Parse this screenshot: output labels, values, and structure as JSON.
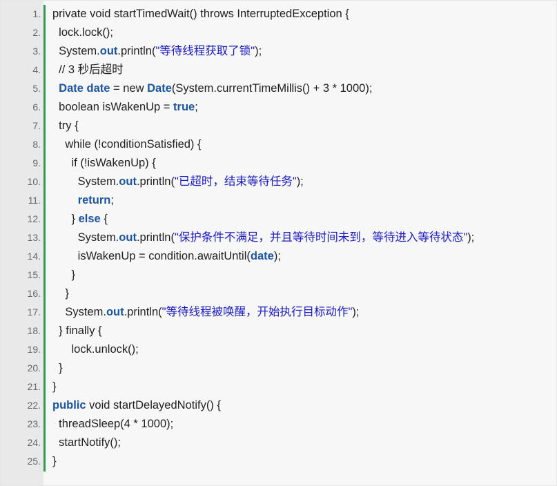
{
  "lines": [
    {
      "n": "1.",
      "tokens": [
        {
          "t": "private void startTimedWait() throws InterruptedException {",
          "k": "plain"
        }
      ]
    },
    {
      "n": "2.",
      "tokens": [
        {
          "t": "  lock.lock();",
          "k": "plain"
        }
      ]
    },
    {
      "n": "3.",
      "tokens": [
        {
          "t": "  System.",
          "k": "plain"
        },
        {
          "t": "out",
          "k": "kw"
        },
        {
          "t": ".println(",
          "k": "plain"
        },
        {
          "t": "\"等待线程获取了锁\"",
          "k": "str"
        },
        {
          "t": ");",
          "k": "plain"
        }
      ]
    },
    {
      "n": "4.",
      "tokens": [
        {
          "t": "  // 3 秒后超时",
          "k": "plain"
        }
      ]
    },
    {
      "n": "5.",
      "tokens": [
        {
          "t": "  ",
          "k": "plain"
        },
        {
          "t": "Date",
          "k": "kw"
        },
        {
          "t": " ",
          "k": "plain"
        },
        {
          "t": "date",
          "k": "kw"
        },
        {
          "t": " = new ",
          "k": "plain"
        },
        {
          "t": "Date",
          "k": "kw"
        },
        {
          "t": "(System.currentTimeMillis() + 3 * 1000);",
          "k": "plain"
        }
      ]
    },
    {
      "n": "6.",
      "tokens": [
        {
          "t": "  boolean isWakenUp = ",
          "k": "plain"
        },
        {
          "t": "true",
          "k": "kw"
        },
        {
          "t": ";",
          "k": "plain"
        }
      ]
    },
    {
      "n": "7.",
      "tokens": [
        {
          "t": "  try {",
          "k": "plain"
        }
      ]
    },
    {
      "n": "8.",
      "tokens": [
        {
          "t": "    while (!conditionSatisfied) {",
          "k": "plain"
        }
      ]
    },
    {
      "n": "9.",
      "tokens": [
        {
          "t": "      if (!isWakenUp) {",
          "k": "plain"
        }
      ]
    },
    {
      "n": "10.",
      "tokens": [
        {
          "t": "        System.",
          "k": "plain"
        },
        {
          "t": "out",
          "k": "kw"
        },
        {
          "t": ".println(",
          "k": "plain"
        },
        {
          "t": "\"已超时，结束等待任务\"",
          "k": "str"
        },
        {
          "t": ");",
          "k": "plain"
        }
      ]
    },
    {
      "n": "11.",
      "tokens": [
        {
          "t": "        ",
          "k": "plain"
        },
        {
          "t": "return",
          "k": "kw"
        },
        {
          "t": ";",
          "k": "plain"
        }
      ]
    },
    {
      "n": "12.",
      "tokens": [
        {
          "t": "      } ",
          "k": "plain"
        },
        {
          "t": "else",
          "k": "kw"
        },
        {
          "t": " {",
          "k": "plain"
        }
      ]
    },
    {
      "n": "13.",
      "tokens": [
        {
          "t": "        System.",
          "k": "plain"
        },
        {
          "t": "out",
          "k": "kw"
        },
        {
          "t": ".println(",
          "k": "plain"
        },
        {
          "t": "\"保护条件不满足，并且等待时间未到，等待进入等待状态\"",
          "k": "str"
        },
        {
          "t": ");",
          "k": "plain"
        }
      ]
    },
    {
      "n": "14.",
      "tokens": [
        {
          "t": "        isWakenUp = condition.awaitUntil(",
          "k": "plain"
        },
        {
          "t": "date",
          "k": "kw"
        },
        {
          "t": ");",
          "k": "plain"
        }
      ]
    },
    {
      "n": "15.",
      "tokens": [
        {
          "t": "      }",
          "k": "plain"
        }
      ]
    },
    {
      "n": "16.",
      "tokens": [
        {
          "t": "    }",
          "k": "plain"
        }
      ]
    },
    {
      "n": "17.",
      "tokens": [
        {
          "t": "    System.",
          "k": "plain"
        },
        {
          "t": "out",
          "k": "kw"
        },
        {
          "t": ".println(",
          "k": "plain"
        },
        {
          "t": "\"等待线程被唤醒，开始执行目标动作\"",
          "k": "str"
        },
        {
          "t": ");",
          "k": "plain"
        }
      ]
    },
    {
      "n": "18.",
      "tokens": [
        {
          "t": "  } finally {",
          "k": "plain"
        }
      ]
    },
    {
      "n": "19.",
      "tokens": [
        {
          "t": "      lock.unlock();",
          "k": "plain"
        }
      ]
    },
    {
      "n": "20.",
      "tokens": [
        {
          "t": "  }",
          "k": "plain"
        }
      ]
    },
    {
      "n": "21.",
      "tokens": [
        {
          "t": "}",
          "k": "plain"
        }
      ]
    },
    {
      "n": "22.",
      "tokens": [
        {
          "t": "public",
          "k": "kw"
        },
        {
          "t": " void startDelayedNotify() {",
          "k": "plain"
        }
      ]
    },
    {
      "n": "23.",
      "tokens": [
        {
          "t": "  threadSleep(4 * 1000);",
          "k": "plain"
        }
      ]
    },
    {
      "n": "24.",
      "tokens": [
        {
          "t": "  startNotify();",
          "k": "plain"
        }
      ]
    },
    {
      "n": "25.",
      "tokens": [
        {
          "t": "}",
          "k": "plain"
        }
      ]
    }
  ]
}
